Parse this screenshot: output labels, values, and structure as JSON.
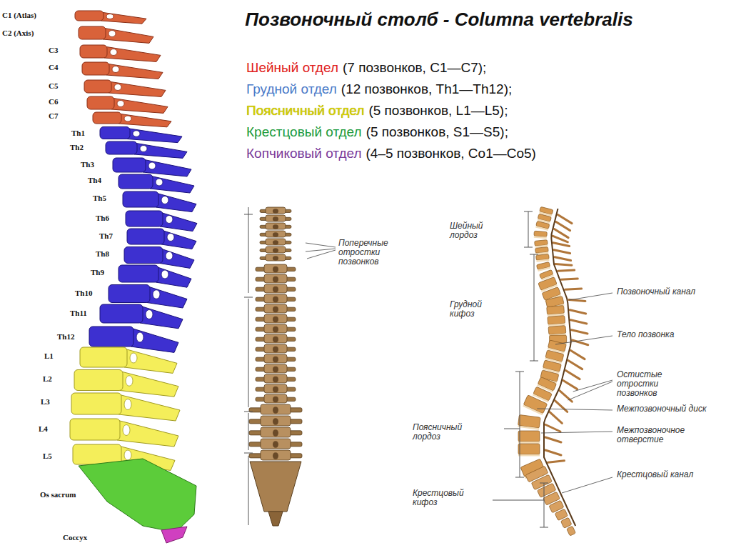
{
  "diagram": {
    "title": "Позвоночный столб - Columna vertebralis",
    "labels": [
      "C1 (Atlas)",
      "C2 (Axis)",
      "C3",
      "C4",
      "C5",
      "C6",
      "C7",
      "Th1",
      "Th2",
      "Th3",
      "Th4",
      "Th5",
      "Th6",
      "Th7",
      "Th8",
      "Th9",
      "Th10",
      "Th11",
      "Th12",
      "L1",
      "L2",
      "L3",
      "L4",
      "L5",
      "Os sacrum",
      "Coccyx",
      "Шейный отдел",
      "(7 позвонков, C1—C7);",
      "Грудной отдел",
      "(12 позвонков, Th1—Th12);",
      "Поясничный отдел",
      "(5 позвонков, L1—L5);",
      "Крестцовый отдел",
      "(5 позвонков, S1—S5);",
      "Копчиковый отдел",
      "(4–5 позвонков, Co1—Co5)",
      "Поперечные отростки позвонков",
      "Шейный лордоз",
      "Грудной кифоз",
      "Поясничный лордоз",
      "Крестцовый кифоз",
      "Позвоночный канал",
      "Тело позвонка",
      "Остистые отростки позвонков",
      "Межпозвоночный диск",
      "Межпозвоночное отверстие",
      "Крестцовый канал"
    ]
  }
}
